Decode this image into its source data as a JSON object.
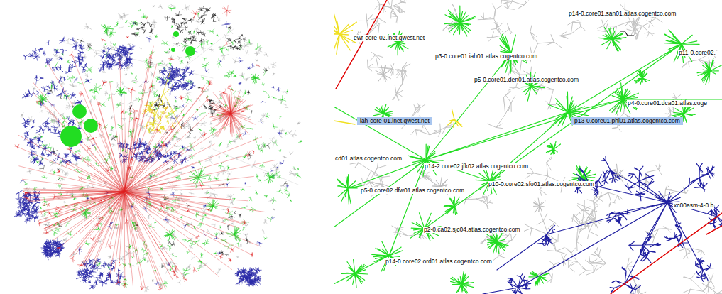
{
  "diagram": {
    "labels": [
      "p14-0.core01.san01.atlas.cogentco.com",
      "ewr-core-02.inet.qwest.net",
      "p11-0.core02.",
      "p3-0.core01.iah01.atlas.cogentco.com",
      "p5-0.core01.den01.atlas.cogentco.com",
      "p4-0.core01.dca01.atlas.coge",
      "iah-core-01.inet.qwest.net",
      "p13-0.core01.phl01.atlas.cogentco.com",
      "cd01.atlas.cogentco.com",
      "p14-2.core02.jfk02.atlas.cogentco.com",
      "p10-0.core02.sfo01.atlas.cogentco.com",
      "p5-0.core02.dfw01.atlas.cogentco.com",
      "xc00asm-4-0.b",
      "p2-0.ca02.sjc04.atlas.cogentco.com",
      "p14-0.core02.ord01.atlas.cogentco.com"
    ]
  }
}
